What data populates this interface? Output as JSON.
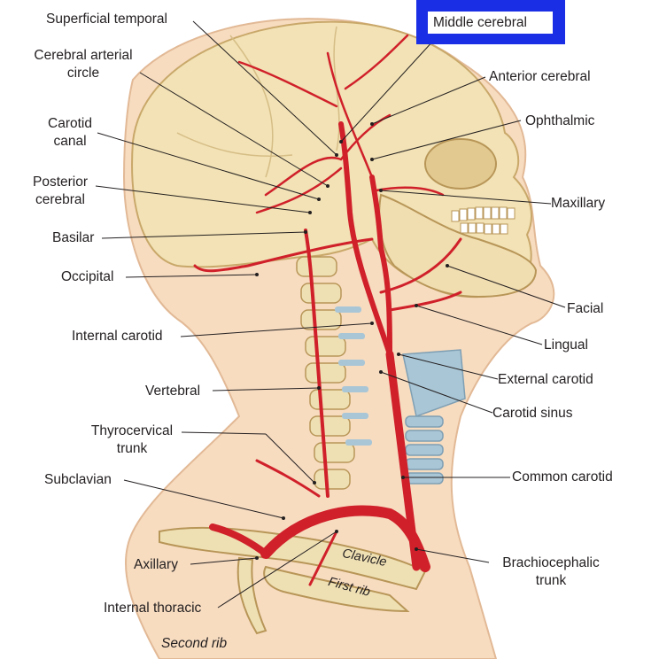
{
  "labels": {
    "superficial_temporal": "Superficial temporal",
    "cerebral_arterial_circle_1": "Cerebral arterial",
    "cerebral_arterial_circle_2": "circle",
    "carotid_canal_1": "Carotid",
    "carotid_canal_2": "canal",
    "posterior_cerebral_1": "Posterior",
    "posterior_cerebral_2": "cerebral",
    "basilar": "Basilar",
    "occipital": "Occipital",
    "internal_carotid": "Internal carotid",
    "vertebral": "Vertebral",
    "thyrocervical_trunk_1": "Thyrocervical",
    "thyrocervical_trunk_2": "trunk",
    "subclavian": "Subclavian",
    "axillary": "Axillary",
    "internal_thoracic": "Internal thoracic",
    "second_rib": "Second rib",
    "middle_cerebral": "Middle cerebral",
    "anterior_cerebral": "Anterior cerebral",
    "ophthalmic": "Ophthalmic",
    "maxillary": "Maxillary",
    "facial": "Facial",
    "lingual": "Lingual",
    "external_carotid": "External carotid",
    "carotid_sinus": "Carotid sinus",
    "common_carotid": "Common carotid",
    "brachiocephalic_trunk_1": "Brachiocephalic",
    "brachiocephalic_trunk_2": "trunk",
    "clavicle": "Clavicle",
    "first_rib": "First rib"
  },
  "colors": {
    "highlight_box": "#1a2ee6",
    "artery": "#d0202a",
    "bone": "#efe0b4",
    "skin": "#f7dcc0",
    "cartilage": "#a9c6d6"
  }
}
